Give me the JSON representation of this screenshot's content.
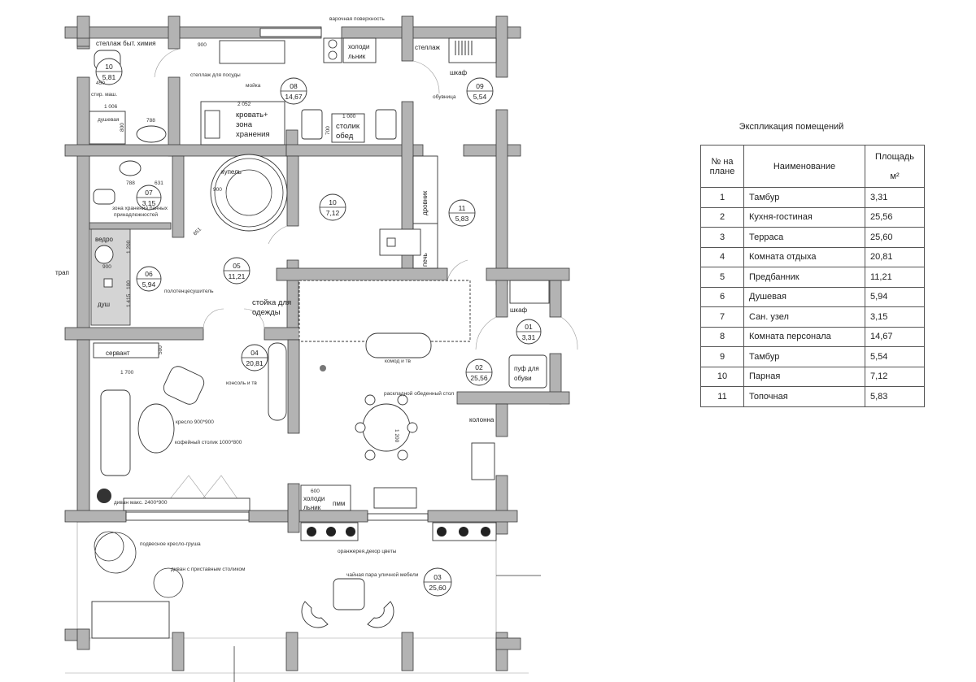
{
  "plan": {
    "rooms": [
      {
        "num": "10",
        "area": "5,81"
      },
      {
        "num": "08",
        "area": "14,67"
      },
      {
        "num": "09",
        "area": "5,54"
      },
      {
        "num": "07",
        "area": "3,15"
      },
      {
        "num": "10",
        "area": "7,12"
      },
      {
        "num": "11",
        "area": "5,83"
      },
      {
        "num": "06",
        "area": "5,94"
      },
      {
        "num": "05",
        "area": "11,21"
      },
      {
        "num": "04",
        "area": "20,81"
      },
      {
        "num": "02",
        "area": "25,56"
      },
      {
        "num": "01",
        "area": "3,31"
      },
      {
        "num": "03",
        "area": "25,60"
      }
    ],
    "labels": {
      "hob": "варочная поверхность",
      "chem_shelf": "стеллаж быт. химия",
      "dim_900a": "900",
      "dish_shelf": "стеллаж для посуды",
      "sink": "мойка",
      "fridge1a": "холоди",
      "fridge1b": "льник",
      "shelf": "стеллаж",
      "wardrobe1": "шкаф",
      "shoe_rack": "обувница",
      "dim_450": "450",
      "washer": "стир. маш.",
      "dim_1006": "1 006",
      "shower_cab": "душевая",
      "dim_800": "800",
      "dim_788a": "788",
      "dim_2052": "2 052",
      "bed_a": "кровать+",
      "bed_b": "зона",
      "bed_c": "хранения",
      "dim_1000": "1 000",
      "table_a": "столик",
      "table_b": "обед",
      "dim_700": "700",
      "font": "купель",
      "dim_900b": "900",
      "dim_788b": "788",
      "dim_631": "631",
      "bath_storage_a": "зона хранения банных",
      "bath_storage_b": "принадлежностей",
      "dim_651": "651",
      "woodpile": "дровник",
      "stove": "печь",
      "bucket": "ведро",
      "dim_1200a": "1 200",
      "dim_900c": "900",
      "drain": "трап",
      "towel_dryer": "полотенцесушитель",
      "shower": "душ",
      "dim_1415": "1 415",
      "dim_100": "100",
      "coat_a": "стойка для",
      "coat_b": "одежды",
      "wardrobe2": "шкаф",
      "dresser": "комод  и тв",
      "pouf_a": "пуф для",
      "pouf_b": "обуви",
      "sideboard": "сервант",
      "dim_500": "500",
      "dim_1700": "1 700",
      "console": "консоль и тв",
      "armchair": "кресло 900*900",
      "coffee_table": "кофейный столик 1000*800",
      "dining_table": "раскладной обеденный стол",
      "dim_1200b": "1 200",
      "column": "колонна",
      "sofa": "диван макс. 2400*900",
      "dim_600": "600",
      "fridge2a": "холоди",
      "fridge2b": "льник",
      "dishwasher": "пмм",
      "hanging_chair": "подвесное кресло-груша",
      "greenhouse": "оранжерея,декор цветы",
      "sofa_table": "диван с приставным столиком",
      "tea_set": "чайная пара уличной мебели"
    }
  },
  "explication": {
    "title": "Экспликация помещений",
    "headers": {
      "num": "№ на плане",
      "name": "Наименование",
      "area": "Площадь",
      "unit": "м²"
    },
    "rows": [
      {
        "num": "1",
        "name": "Тамбур",
        "area": "3,31"
      },
      {
        "num": "2",
        "name": "Кухня-гостиная",
        "area": "25,56"
      },
      {
        "num": "3",
        "name": "Терраса",
        "area": "25,60"
      },
      {
        "num": "4",
        "name": "Комната отдыха",
        "area": "20,81"
      },
      {
        "num": "5",
        "name": "Предбанник",
        "area": "11,21"
      },
      {
        "num": "6",
        "name": "Душевая",
        "area": "5,94"
      },
      {
        "num": "7",
        "name": "Сан. узел",
        "area": "3,15"
      },
      {
        "num": "8",
        "name": "Комната персонала",
        "area": "14,67"
      },
      {
        "num": "9",
        "name": "Тамбур",
        "area": "5,54"
      },
      {
        "num": "10",
        "name": "Парная",
        "area": "7,12"
      },
      {
        "num": "11",
        "name": "Топочная",
        "area": "5,83"
      }
    ]
  }
}
